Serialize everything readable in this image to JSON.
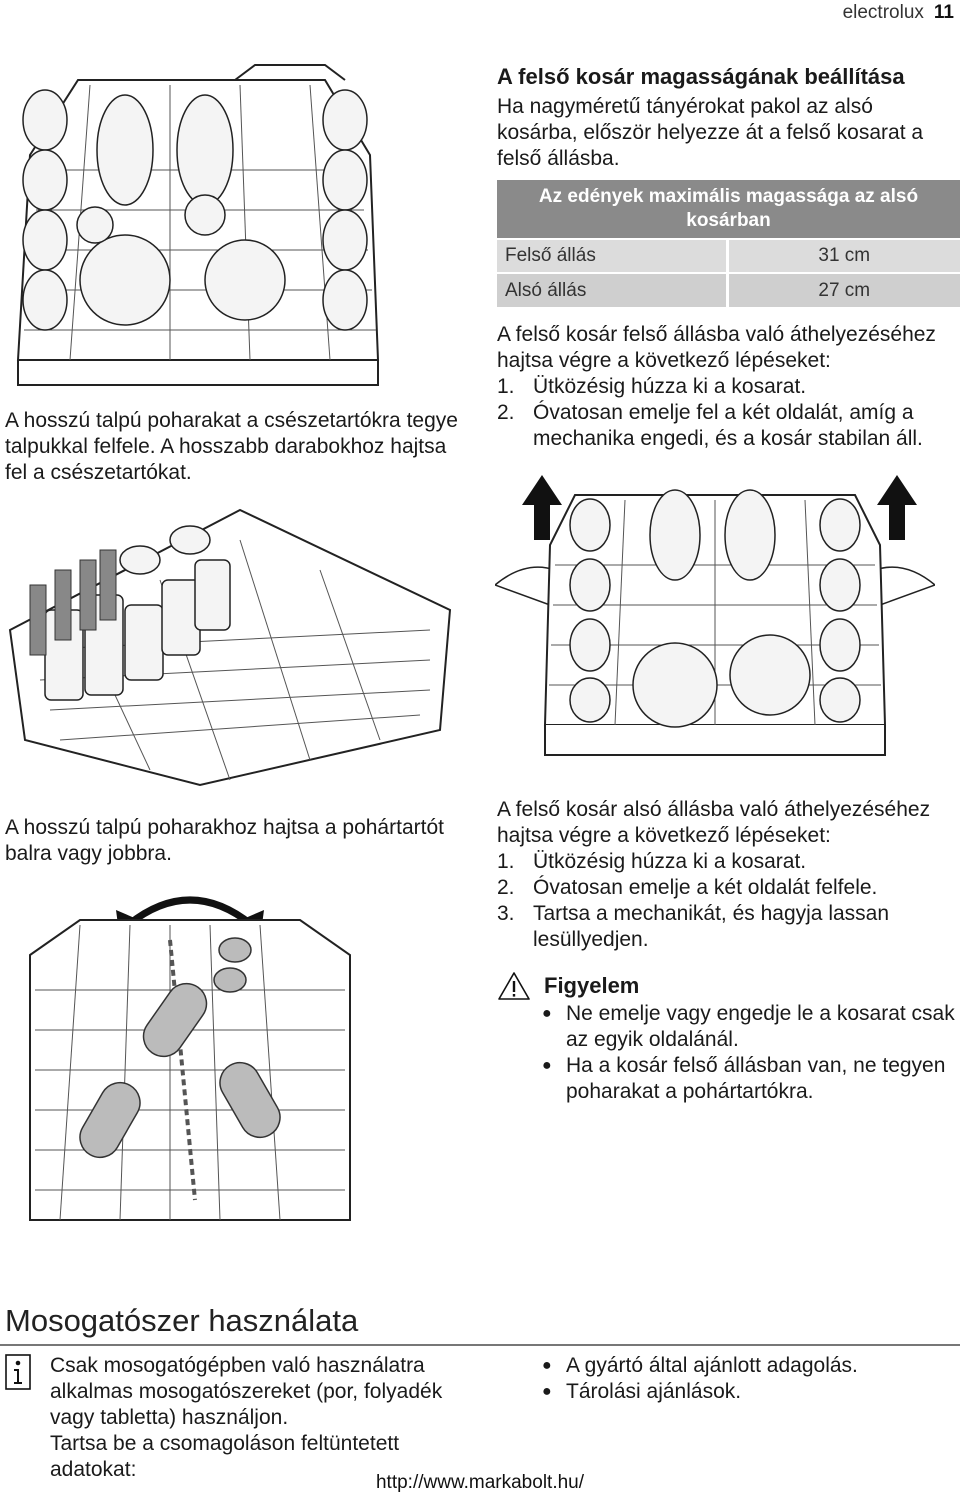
{
  "header": {
    "brand": "electrolux",
    "page_number": "11"
  },
  "left": {
    "caption1": "A hosszú talpú poharakat a csészetartókra tegye talpukkal felfele. A hosszabb darabokhoz hajtsa fel a csészetartókat.",
    "caption2": "A hosszú talpú poharakhoz hajtsa a pohártartót balra vagy jobbra."
  },
  "right": {
    "heading": "A felső kosár magasságának beállítása",
    "intro": "Ha nagyméretű tányérokat pakol az alsó kosárba, először helyezze át a felső kosarat a felső állásba.",
    "table": {
      "header": "Az edények maximális magassága az alsó kosárban",
      "rows": [
        {
          "label": "Felső állás",
          "value": "31 cm"
        },
        {
          "label": "Alsó állás",
          "value": "27 cm"
        }
      ]
    },
    "upper_intro": "A felső kosár felső állásba való áthelyezéséhez hajtsa végre a következő lépéseket:",
    "upper_steps": [
      {
        "n": "1.",
        "text": "Ütközésig húzza ki a kosarat."
      },
      {
        "n": "2.",
        "text": "Óvatosan emelje fel a két oldalát, amíg a mechanika engedi, és a kosár stabilan áll."
      }
    ],
    "lower_intro": "A felső kosár alsó állásba való áthelyezéséhez hajtsa végre a következő lépéseket:",
    "lower_steps": [
      {
        "n": "1.",
        "text": "Ütközésig húzza ki a kosarat."
      },
      {
        "n": "2.",
        "text": "Óvatosan emelje a két oldalát felfele."
      },
      {
        "n": "3.",
        "text": "Tartsa a mechanikát, és hagyja lassan lesüllyedjen."
      }
    ],
    "warning_title": "Figyelem",
    "warning_items": [
      "Ne emelje vagy engedje le a kosarat csak az egyik oldalánál.",
      "Ha a kosár felső állásban van, ne tegyen poharakat a pohártartókra."
    ]
  },
  "section": {
    "title": "Mosogatószer használata",
    "info_text1": "Csak mosogatógépben való használatra alkalmas mosogatószereket (por, folyadék vagy tabletta) használjon.",
    "info_text2": "Tartsa be a csomagoláson feltüntetett adatokat:",
    "bullets": [
      "A gyártó által ajánlott adagolás.",
      "Tárolási ajánlások."
    ]
  },
  "footer": {
    "url": "http://www.markabolt.hu/"
  }
}
